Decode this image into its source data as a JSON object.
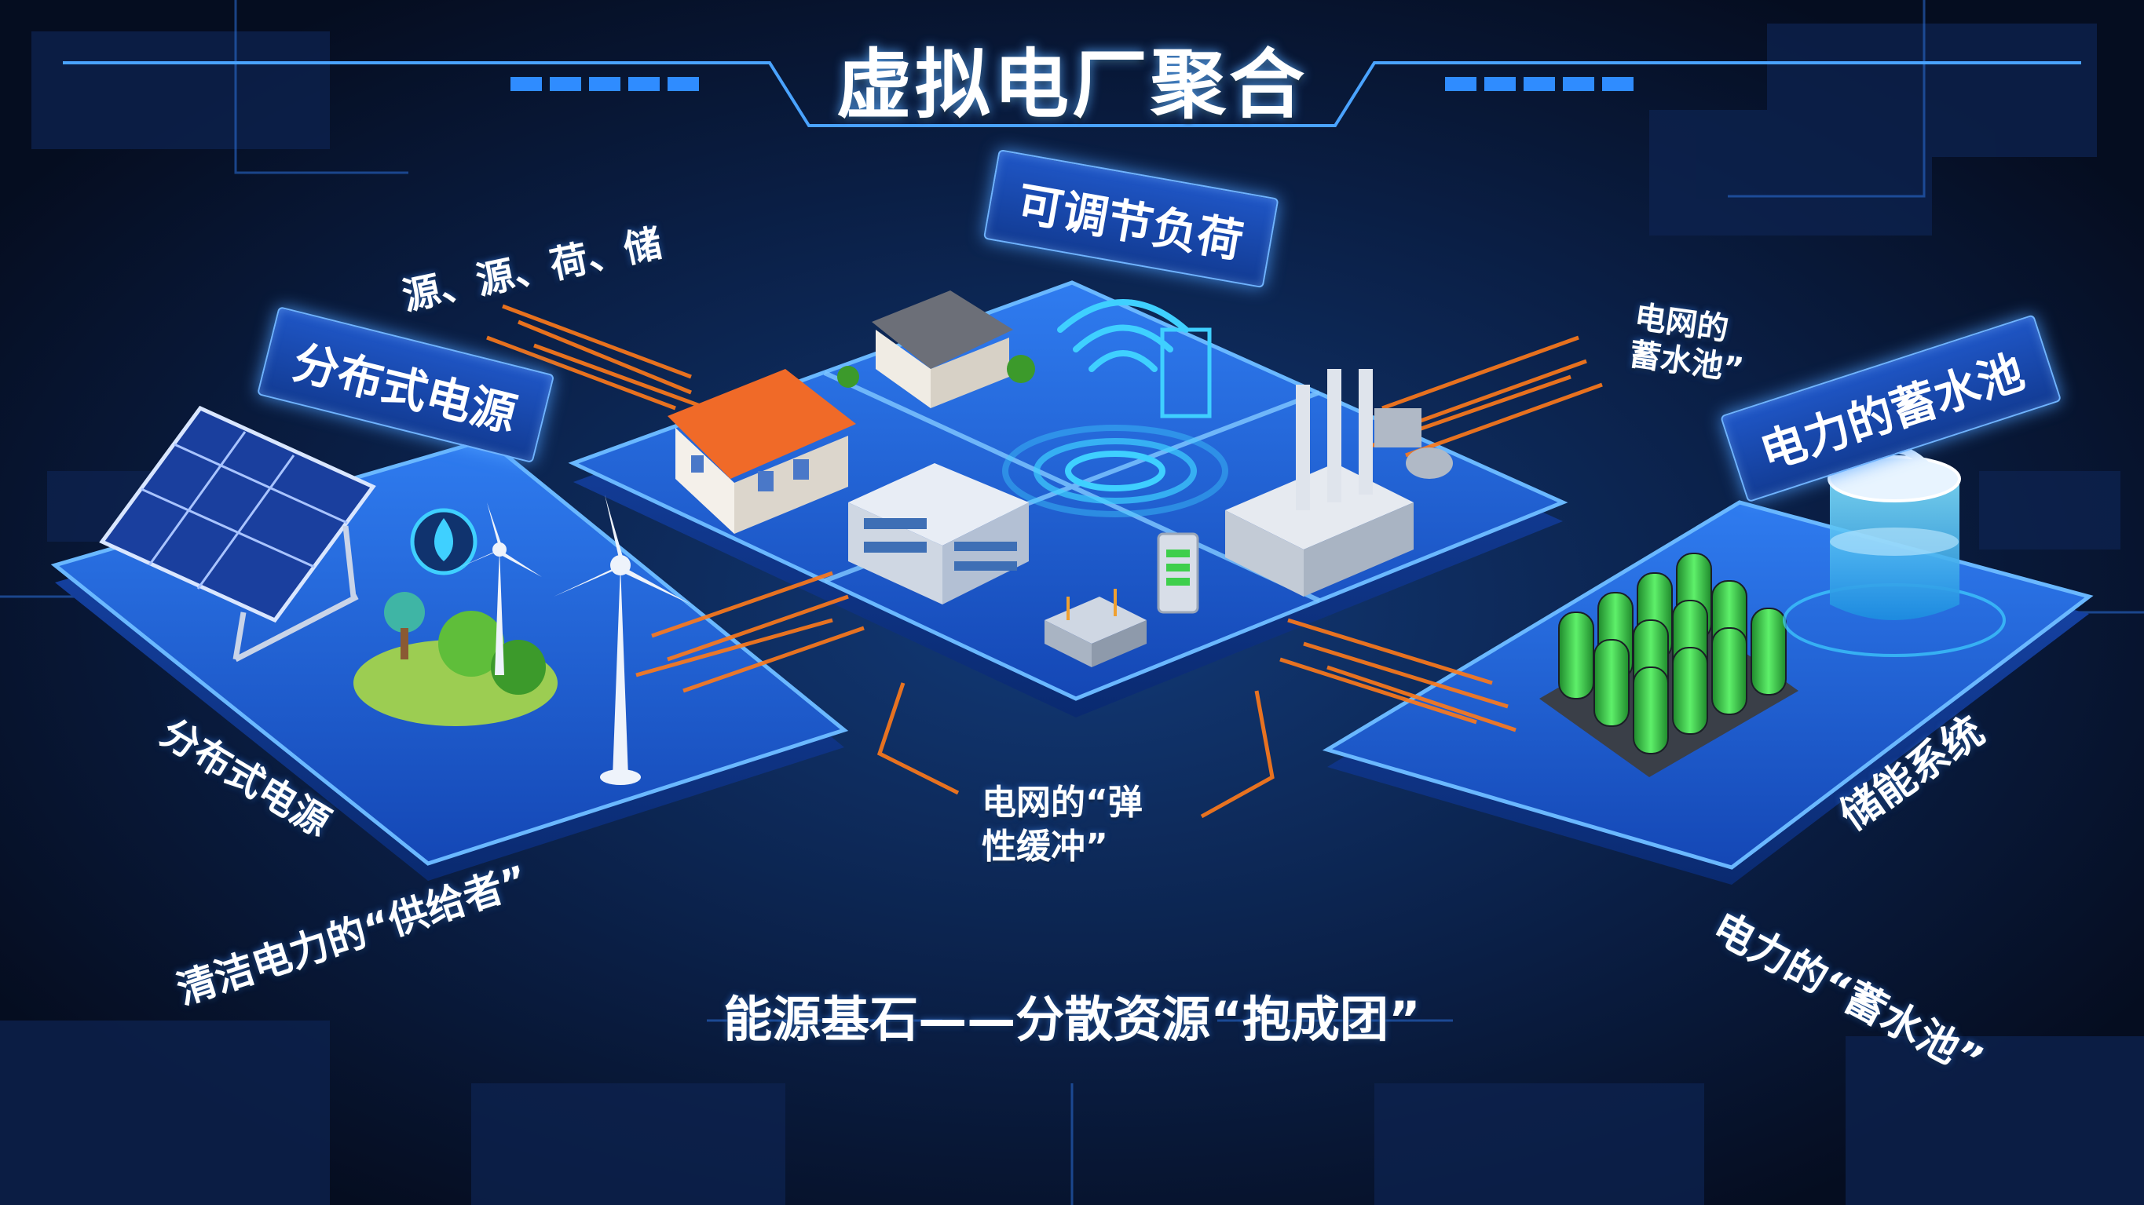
{
  "title": "虚拟电厂聚合",
  "subtitle": "能源基石——分散资源“抱成团”",
  "tags": {
    "adjustable_load": "可调节负荷",
    "distributed_source": "分布式电源",
    "storage_pool": "电力的蓄水池"
  },
  "labels": {
    "source_load_storage": "源、源、荷、储",
    "distributed_source_bottom": "分布式电源",
    "clean_supplier": "清洁电力的“供给者”",
    "grid_buffer": "电网的“弹\n性缓冲”",
    "grid_reservoir": "电网的\n蓄水池”",
    "storage_system": "储能系统",
    "power_reservoir": "电力的“蓄水池”"
  },
  "colors": {
    "background": "#07122a",
    "platform": "#1d5fd6",
    "platform_edge": "#5fb2ff",
    "flow_lines": "#ff7a1a",
    "battery_green": "#3ecf4c",
    "glow_cyan": "#3fd0ff"
  },
  "icons": [
    "solar-panel-icon",
    "wind-turbine-icon",
    "flame-icon",
    "tree-icon",
    "house-icon",
    "office-building-icon",
    "factory-icon",
    "wifi-signal-icon",
    "transformer-icon",
    "battery-icon",
    "water-tank-icon"
  ]
}
